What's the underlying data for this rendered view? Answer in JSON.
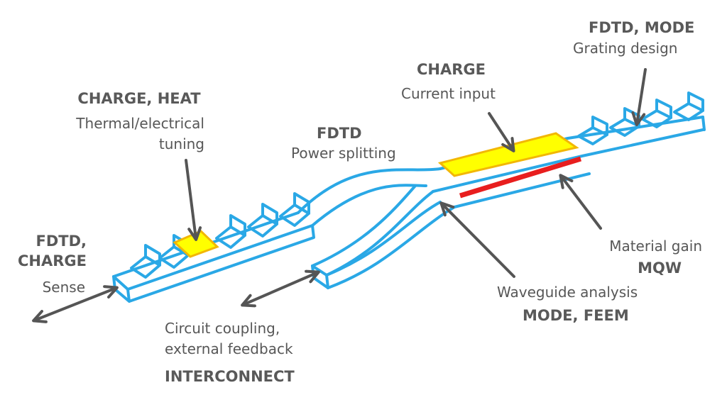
{
  "colors": {
    "waveguide": "#2aa8e6",
    "heater_fill": "#ffff00",
    "heater_edge": "#f2b705",
    "gain_stripe": "#e81e1e",
    "arrow": "#555555",
    "text": "#575757"
  },
  "labels": {
    "sense_tools": "FDTD, CHARGE",
    "sense_desc": "Sense",
    "tuning_tools": "CHARGE, HEAT",
    "tuning_desc": "Thermal/electrical tuning",
    "splitting_tool": "FDTD",
    "splitting_desc": "Power splitting",
    "current_tool": "CHARGE",
    "current_desc": "Current input",
    "grating_tools": "FDTD, MODE",
    "grating_desc": "Grating design",
    "gain_desc": "Material gain",
    "gain_tool": "MQW",
    "waveguide_desc": "Waveguide analysis",
    "waveguide_tools": "MODE, FEEM",
    "circuit_desc": "Circuit coupling, external feedback",
    "circuit_tool": "INTERCONNECT"
  }
}
